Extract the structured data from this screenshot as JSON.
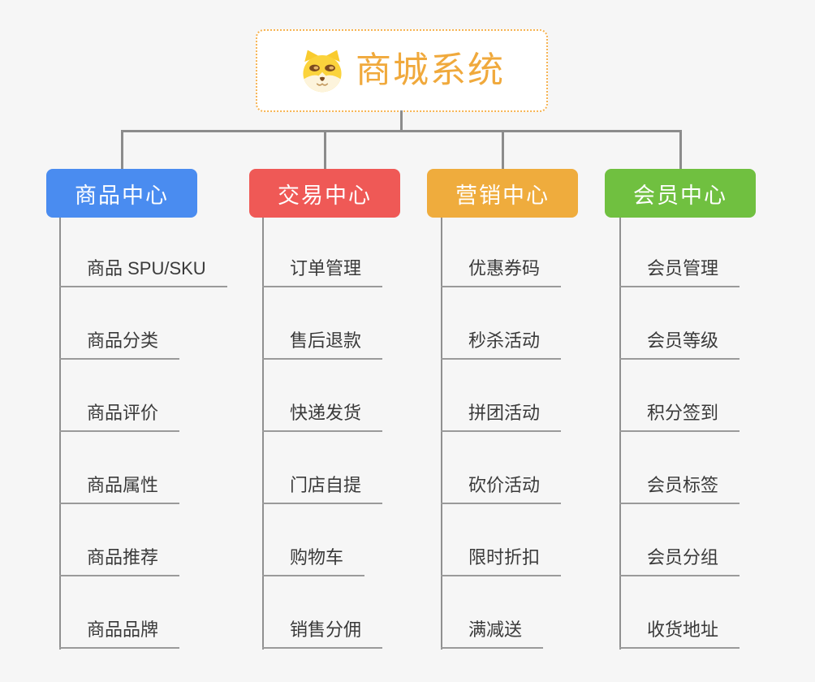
{
  "canvas": {
    "background": "#F6F6F6",
    "connector_color": "#8C8C8C"
  },
  "root": {
    "label": "商城系统",
    "icon": "shiba-dog-icon",
    "text_color": "#F0A93C",
    "border_color": "#F6B352"
  },
  "branches": [
    {
      "label": "商品中心",
      "color": "#4A8CF0",
      "children": [
        "商品 SPU/SKU",
        "商品分类",
        "商品评价",
        "商品属性",
        "商品推荐",
        "商品品牌"
      ]
    },
    {
      "label": "交易中心",
      "color": "#EF5956",
      "children": [
        "订单管理",
        "售后退款",
        "快递发货",
        "门店自提",
        "购物车",
        "销售分佣"
      ]
    },
    {
      "label": "营销中心",
      "color": "#EFAC3D",
      "children": [
        "优惠券码",
        "秒杀活动",
        "拼团活动",
        "砍价活动",
        "限时折扣",
        "满减送"
      ]
    },
    {
      "label": "会员中心",
      "color": "#70C040",
      "children": [
        "会员管理",
        "会员等级",
        "积分签到",
        "会员标签",
        "会员分组",
        "收货地址"
      ]
    }
  ]
}
